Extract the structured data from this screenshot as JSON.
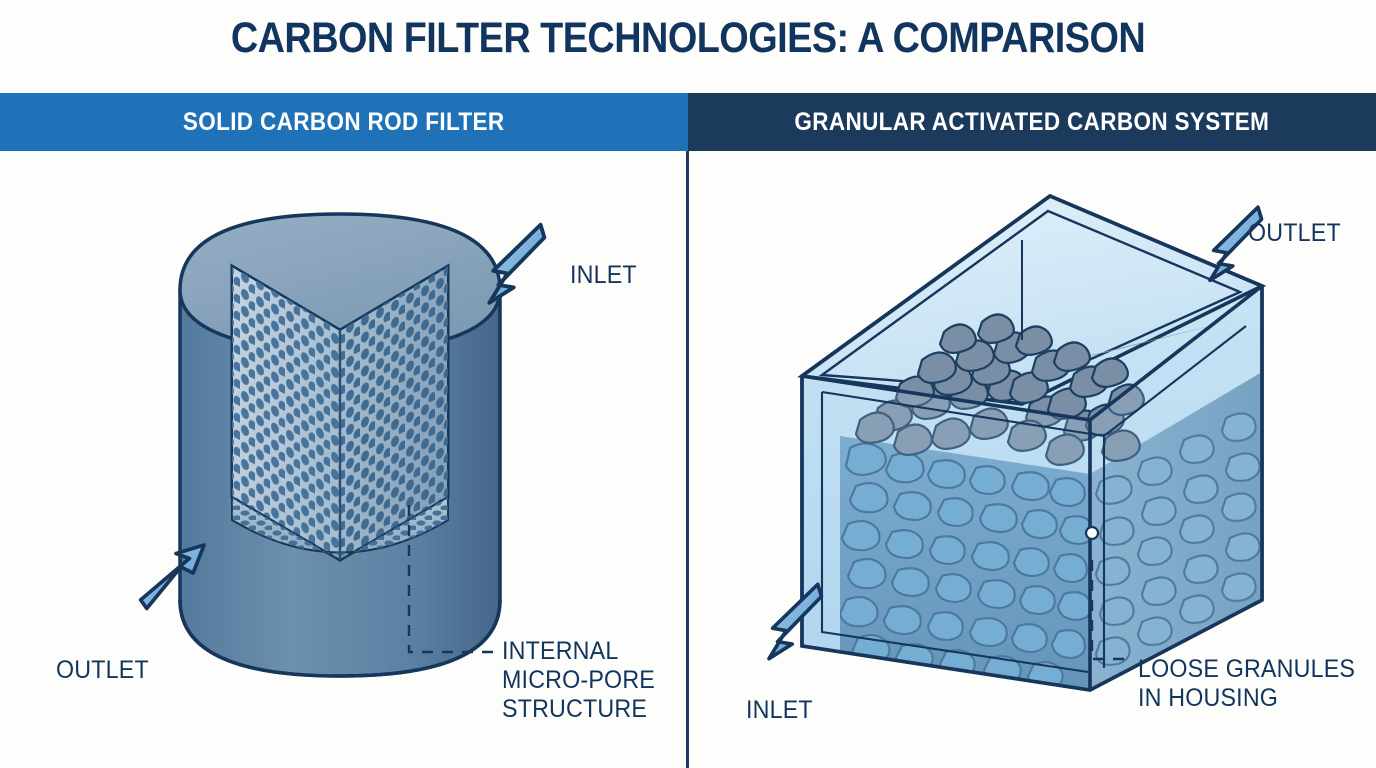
{
  "title": "CARBON FILTER TECHNOLOGIES: A COMPARISON",
  "panels": {
    "left": {
      "header": "SOLID CARBON ROD FILTER",
      "labels": {
        "inlet": "INLET",
        "outlet": "OUTLET",
        "detail": "INTERNAL\nMICRO-PORE\nSTRUCTURE"
      }
    },
    "right": {
      "header": "GRANULAR ACTIVATED CARBON SYSTEM",
      "labels": {
        "outlet": "OUTLET",
        "inlet": "INLET",
        "detail": "LOOSE GRANULES\nIN HOUSING"
      }
    }
  },
  "colors": {
    "background": "#fdfdfc",
    "title_text": "#11355e",
    "header_left_bg": "#1f72b8",
    "header_right_bg": "#1b3a5c",
    "header_text": "#ffffff",
    "label_text": "#12355d",
    "outline": "#16365c",
    "arrow_fill": "#6aaade",
    "cylinder_body": "#5f86a8",
    "cylinder_top": "#89a5bd",
    "cylinder_inner": "#b9ccd9",
    "granule_top": "#7a8fa5",
    "granule_body": "#5a93bf",
    "housing_glass": "#cfe6f5"
  }
}
